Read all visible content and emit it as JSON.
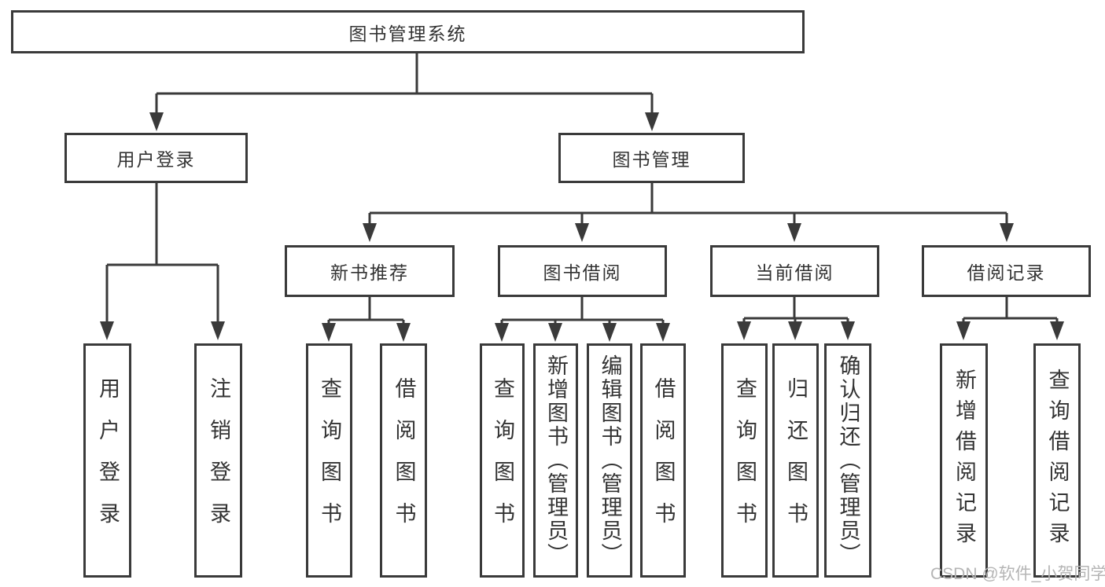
{
  "root": {
    "label": "图书管理系统"
  },
  "branches": {
    "user": {
      "label": "用户登录",
      "children": [
        {
          "label": "用户登录"
        },
        {
          "label": "注销登录"
        }
      ]
    },
    "book": {
      "label": "图书管理",
      "groups": [
        {
          "label": "新书推荐",
          "children": [
            {
              "label": "查询图书"
            },
            {
              "label": "借阅图书"
            }
          ]
        },
        {
          "label": "图书借阅",
          "children": [
            {
              "label": "查询图书"
            },
            {
              "label": "新增图书（管理员）"
            },
            {
              "label": "编辑图书（管理员）"
            },
            {
              "label": "借阅图书"
            }
          ]
        },
        {
          "label": "当前借阅",
          "children": [
            {
              "label": "查询图书"
            },
            {
              "label": "归还图书"
            },
            {
              "label": "确认归还（管理员）"
            }
          ]
        },
        {
          "label": "借阅记录",
          "children": [
            {
              "label": "新增借阅记录"
            },
            {
              "label": "查询借阅记录"
            }
          ]
        }
      ]
    }
  },
  "watermark": {
    "label": "CSDN @软件_小贺同学"
  },
  "colors": {
    "line": "#3a3a3a",
    "border": "#3a3a3a",
    "text": "#333333",
    "watermark": "#b5b5b5",
    "background": "#ffffff"
  }
}
